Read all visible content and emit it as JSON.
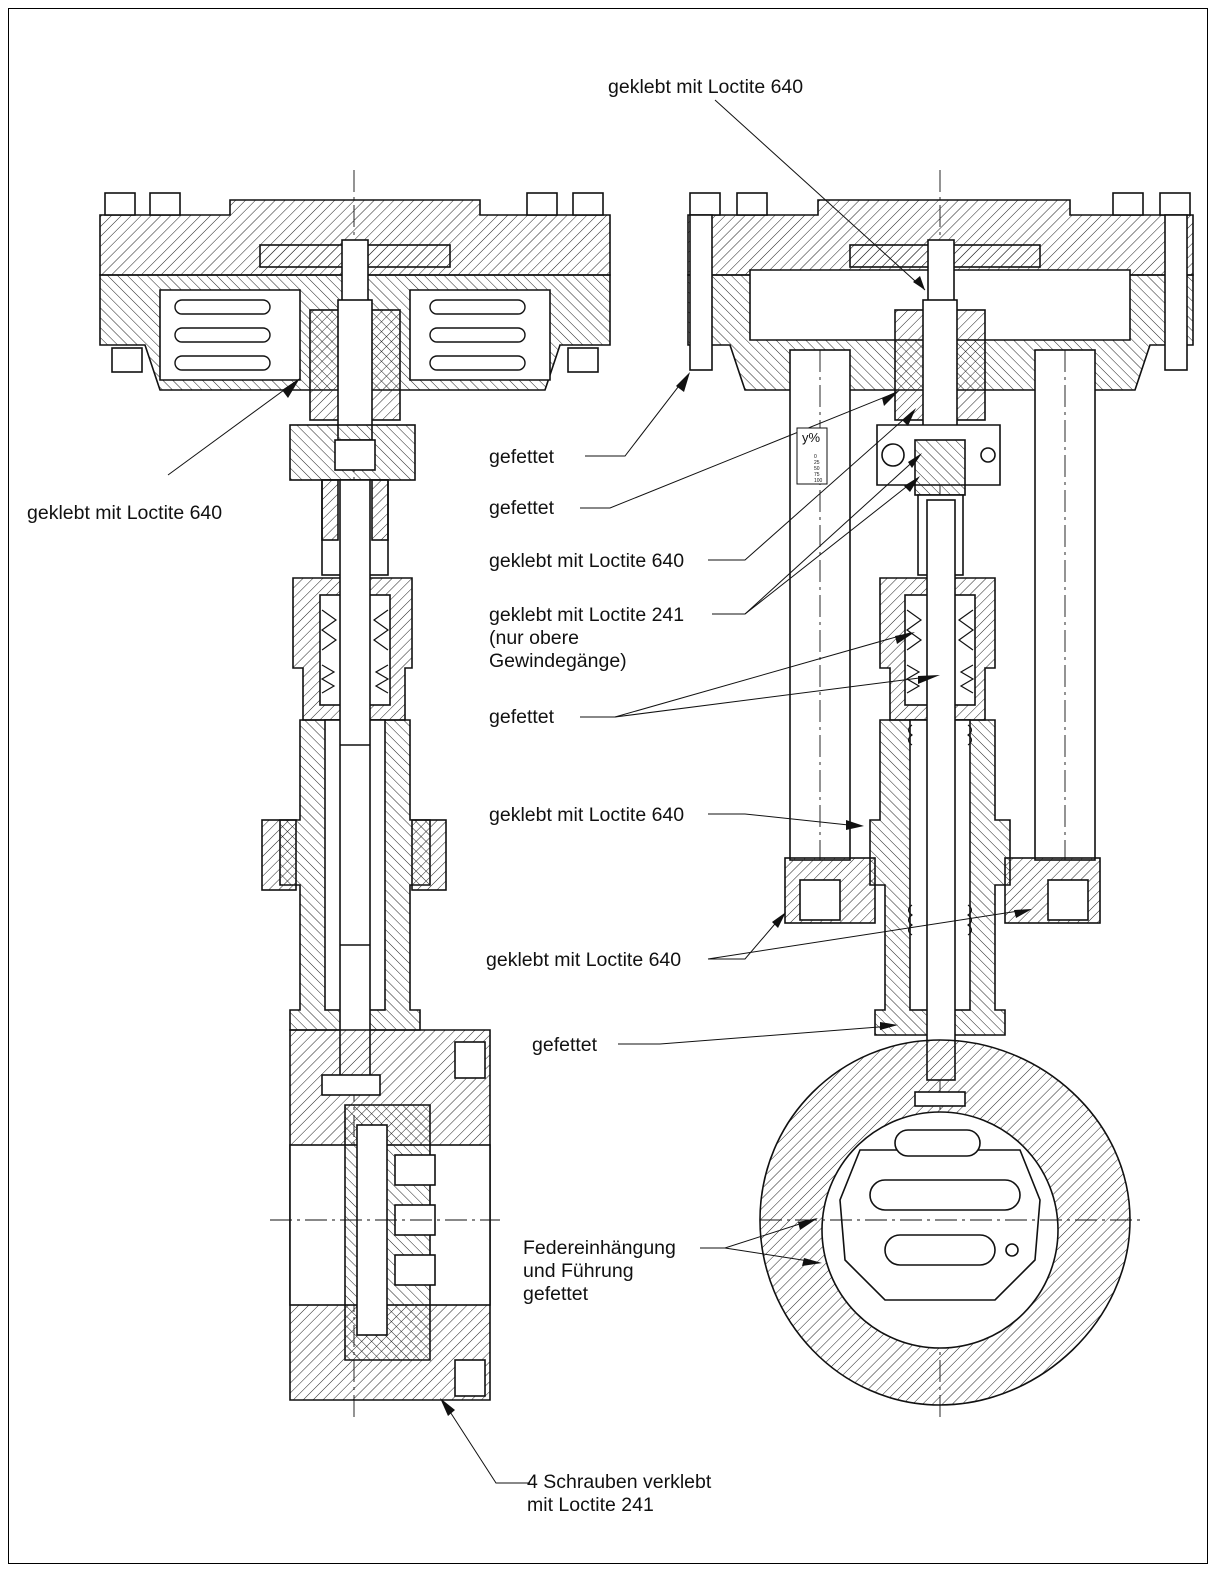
{
  "labels": {
    "top_right": "geklebt mit Loctite 640",
    "left_mid": "geklebt mit Loctite 640",
    "gefettet_1": "gefettet",
    "gefettet_2": "gefettet",
    "loctite_640_a": "geklebt mit Loctite 640",
    "loctite_241_line1": "geklebt mit Loctite 241",
    "loctite_241_line2": "(nur obere",
    "loctite_241_line3": "Gewindegänge)",
    "gefettet_3": "gefettet",
    "loctite_640_b": "geklebt mit Loctite 640",
    "loctite_640_c": "geklebt mit Loctite 640",
    "gefettet_4": "gefettet",
    "feder_line1": "Federeinhängung",
    "feder_line2": "und Führung",
    "feder_line3": "gefettet",
    "schrauben_line1": "4 Schrauben verklebt",
    "schrauben_line2": "mit Loctite 241",
    "scale_title": "y%",
    "scale_values": [
      "0",
      "25",
      "50",
      "75",
      "100"
    ]
  },
  "colors": {
    "line": "#111111",
    "background": "#ffffff"
  }
}
